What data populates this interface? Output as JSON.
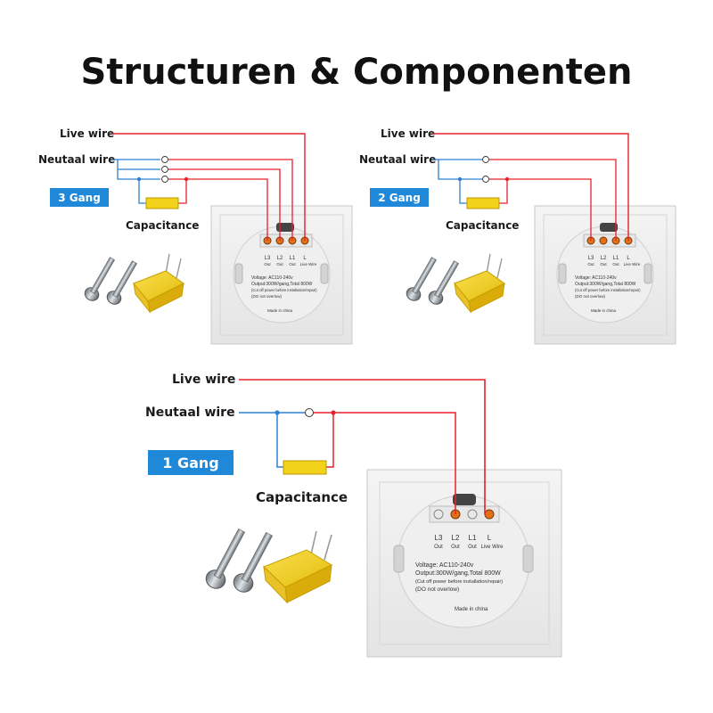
{
  "title": "Structuren & Componenten",
  "colors": {
    "live": "#e8202a",
    "neutral": "#2f80d0",
    "gang_badge": "#1f88d8",
    "capacitor": "#f3d21c"
  },
  "panels": [
    {
      "id": "3gang",
      "live_label": "Live wire",
      "neutral_label": "Neutaal wire",
      "gang_label": "3 Gang",
      "capacitance_label": "Capacitance",
      "terminals": [
        "L3",
        "L2",
        "L1",
        "L"
      ],
      "terminal_subs": [
        "Out",
        "Out",
        "Out",
        "Live Wire"
      ],
      "specs": [
        "Voltage: AC110-240v",
        "Output:300W/gang,Total 800W",
        "(Cut off power before installation/repair)",
        "(DO not overlow)"
      ],
      "made_in": "Made in china"
    },
    {
      "id": "2gang",
      "live_label": "Live wire",
      "neutral_label": "Neutaal wire",
      "gang_label": "2 Gang",
      "capacitance_label": "Capacitance",
      "terminals": [
        "L3",
        "L2",
        "L1",
        "L"
      ],
      "terminal_subs": [
        "Out",
        "Out",
        "Out",
        "Live Wire"
      ],
      "specs": [
        "Voltage: AC110-240v",
        "Output:300W/gang,Total 800W",
        "(Cut off power before installation/repair)",
        "(DO not overlow)"
      ],
      "made_in": "Made in china"
    },
    {
      "id": "1gang",
      "live_label": "Live wire",
      "neutral_label": "Neutaal wire",
      "gang_label": "1 Gang",
      "capacitance_label": "Capacitance",
      "terminals": [
        "L3",
        "L2",
        "L1",
        "L"
      ],
      "terminal_subs": [
        "Out",
        "Out",
        "Out",
        "Live Wire"
      ],
      "specs": [
        "Voltage: AC110-240v",
        "Output:300W/gang,Total 800W",
        "(Cut off power before installation/repair)",
        "(DO not overlow)"
      ],
      "made_in": "Made in china"
    }
  ]
}
